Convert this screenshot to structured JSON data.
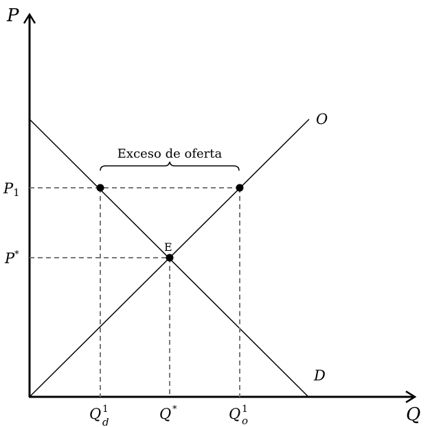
{
  "axes": {
    "y_label": "P",
    "x_label": "Q"
  },
  "curves": {
    "supply_label": "O",
    "demand_label": "D"
  },
  "annotations": {
    "equilibrium_label": "E",
    "brace_label": "Exceso de oferta"
  },
  "y_ticks": {
    "p1": {
      "base": "P",
      "sub": "1"
    },
    "pstar": {
      "base": "P",
      "sup": "*"
    }
  },
  "x_ticks": {
    "qd": {
      "base": "Q",
      "sup": "1",
      "sub": "d"
    },
    "qstar": {
      "base": "Q",
      "sup": "*"
    },
    "qo": {
      "base": "Q",
      "sup": "1",
      "sub": "o"
    }
  },
  "colors": {
    "line": "#000000",
    "dashed": "#777777"
  }
}
